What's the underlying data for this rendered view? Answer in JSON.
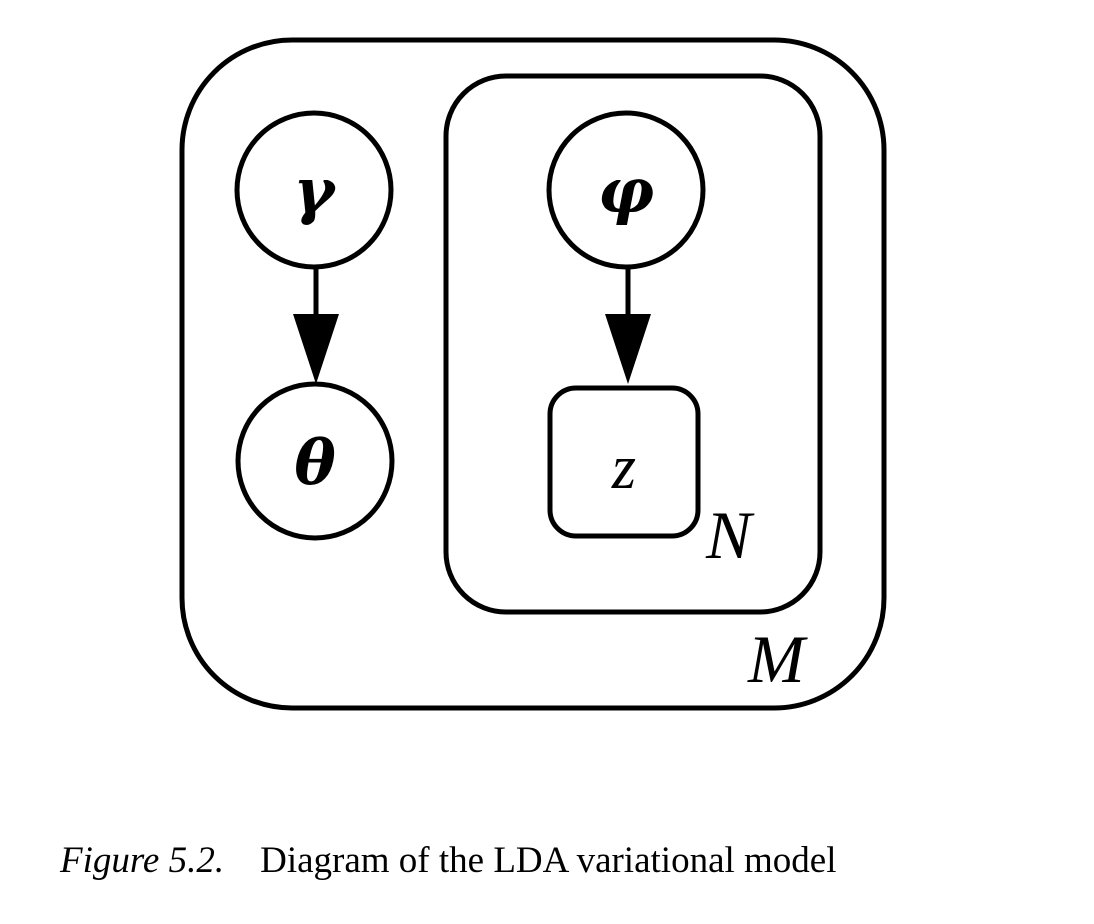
{
  "diagram": {
    "nodes": [
      {
        "id": "gamma",
        "label": "γ",
        "shape": "circle"
      },
      {
        "id": "theta",
        "label": "θ",
        "shape": "circle"
      },
      {
        "id": "phi",
        "label": "φ",
        "shape": "circle"
      },
      {
        "id": "z",
        "label": "z",
        "shape": "rounded-square"
      }
    ],
    "edges": [
      {
        "from": "gamma",
        "to": "theta"
      },
      {
        "from": "phi",
        "to": "z"
      }
    ],
    "plates": [
      {
        "id": "outer",
        "label": "M",
        "contains": [
          "gamma",
          "theta",
          "inner"
        ]
      },
      {
        "id": "inner",
        "label": "N",
        "contains": [
          "phi",
          "z"
        ]
      }
    ]
  },
  "caption": {
    "label": "Figure 5.2.",
    "text": "Diagram of the LDA variational model"
  }
}
